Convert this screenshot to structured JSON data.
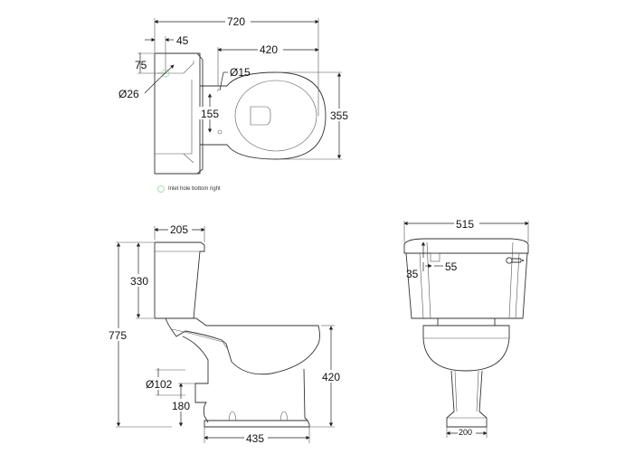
{
  "diagram": {
    "subject": "Close-coupled toilet technical dimension drawing",
    "units": "mm",
    "colors": {
      "line": "#333333",
      "text": "#111111",
      "inlet_marker": "#a8e0a8",
      "background": "#ffffff"
    }
  },
  "plan_view": {
    "overall_width": "720",
    "bowl_length": "420",
    "bowl_width": "355",
    "inlet_offset_x": "45",
    "inlet_offset_y": "75",
    "inlet_diameter": "Ø26",
    "fixing_hole_diameter": "Ø15",
    "fixing_hole_spacing": "155"
  },
  "legend": {
    "inlet_label": "Inlet hole bottom right"
  },
  "side_view": {
    "cistern_depth": "205",
    "cistern_height": "330",
    "overall_height": "775",
    "outlet_diameter": "Ø102",
    "outlet_height": "180",
    "seat_height": "420",
    "base_length": "435"
  },
  "front_view": {
    "cistern_width": "515",
    "handle_offset_y": "35",
    "handle_offset_x": "55",
    "base_width": "200"
  }
}
